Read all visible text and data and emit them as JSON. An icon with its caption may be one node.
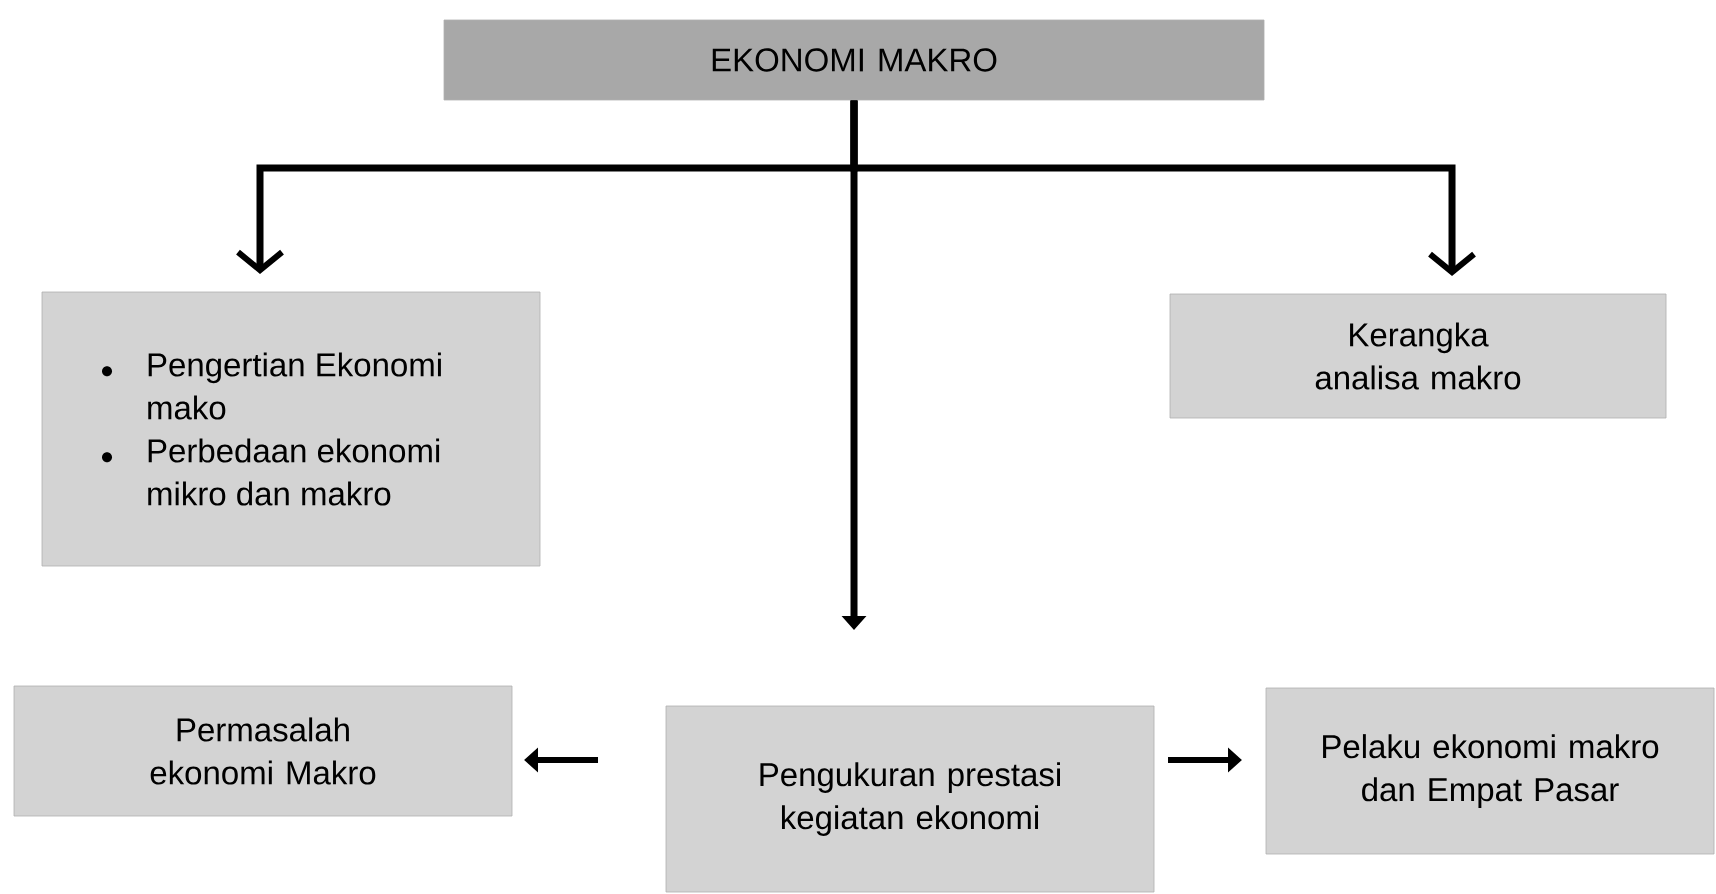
{
  "diagram": {
    "nodes": [
      {
        "text": [
          "EKONOMI MAKRO"
        ]
      },
      {
        "text": [
          "Pengertian Ekonomi mako",
          "Perbedaan ekonomi mikro dan makro"
        ]
      },
      {
        "text": [
          "Kerangka analisa makro"
        ]
      },
      {
        "text": [
          "Permasalah ekonomi Makro"
        ]
      },
      {
        "text": [
          "Pengukuran prestasi kegiatan ekonomi"
        ]
      },
      {
        "text": [
          "Pelaku ekonomi makro dan Empat Pasar"
        ]
      }
    ],
    "edges": [
      {
        "from": 0,
        "to": 1,
        "arrow": "to"
      },
      {
        "from": 0,
        "to": 2,
        "arrow": "to"
      },
      {
        "from": 0,
        "to": 4,
        "arrow": "to"
      },
      {
        "from": 4,
        "to": 3,
        "arrow": "to"
      },
      {
        "from": 4,
        "to": 5,
        "arrow": "to"
      }
    ]
  }
}
